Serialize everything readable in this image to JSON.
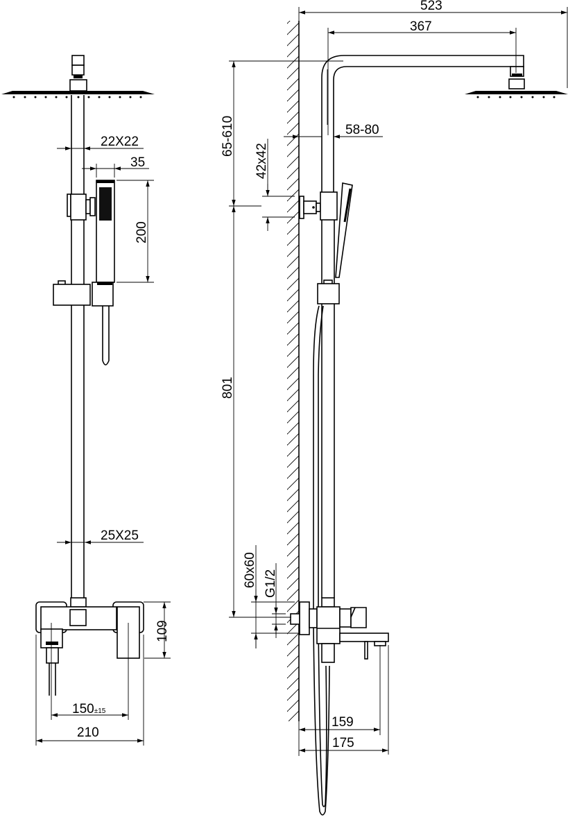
{
  "front_view": {
    "pipe_top_size": "22X22",
    "hand_shower_width": "35",
    "hand_shower_length": "200",
    "pipe_bottom_size": "25X25",
    "mixer_height": "109",
    "inlet_spacing": "150",
    "inlet_tolerance": "±15",
    "overall_width": "210"
  },
  "side_view": {
    "total_projection": "523",
    "arm_projection": "367",
    "arm_height_range": "65-610",
    "wall_to_pipe": "58-80",
    "bracket_size": "42x42",
    "riser_height": "801",
    "mixer_plate_size": "60x60",
    "inlet_thread": "G1/2",
    "spout_projection": "159",
    "mixer_projection": "175"
  },
  "colors": {
    "line": "#000000",
    "background": "#ffffff"
  }
}
